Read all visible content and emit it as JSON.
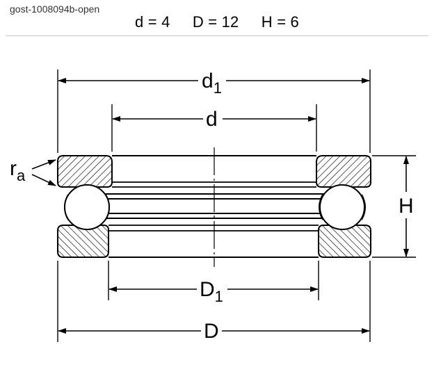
{
  "header": {
    "name": "gost-1008094b-open",
    "dims": [
      "d = 4",
      "D = 12",
      "H = 6"
    ]
  },
  "labels": {
    "d1": "d",
    "d1_sub": "1",
    "d": "d",
    "ra": "r",
    "ra_sub": "a",
    "H": "H",
    "D1": "D",
    "D1_sub": "1",
    "D": "D"
  }
}
